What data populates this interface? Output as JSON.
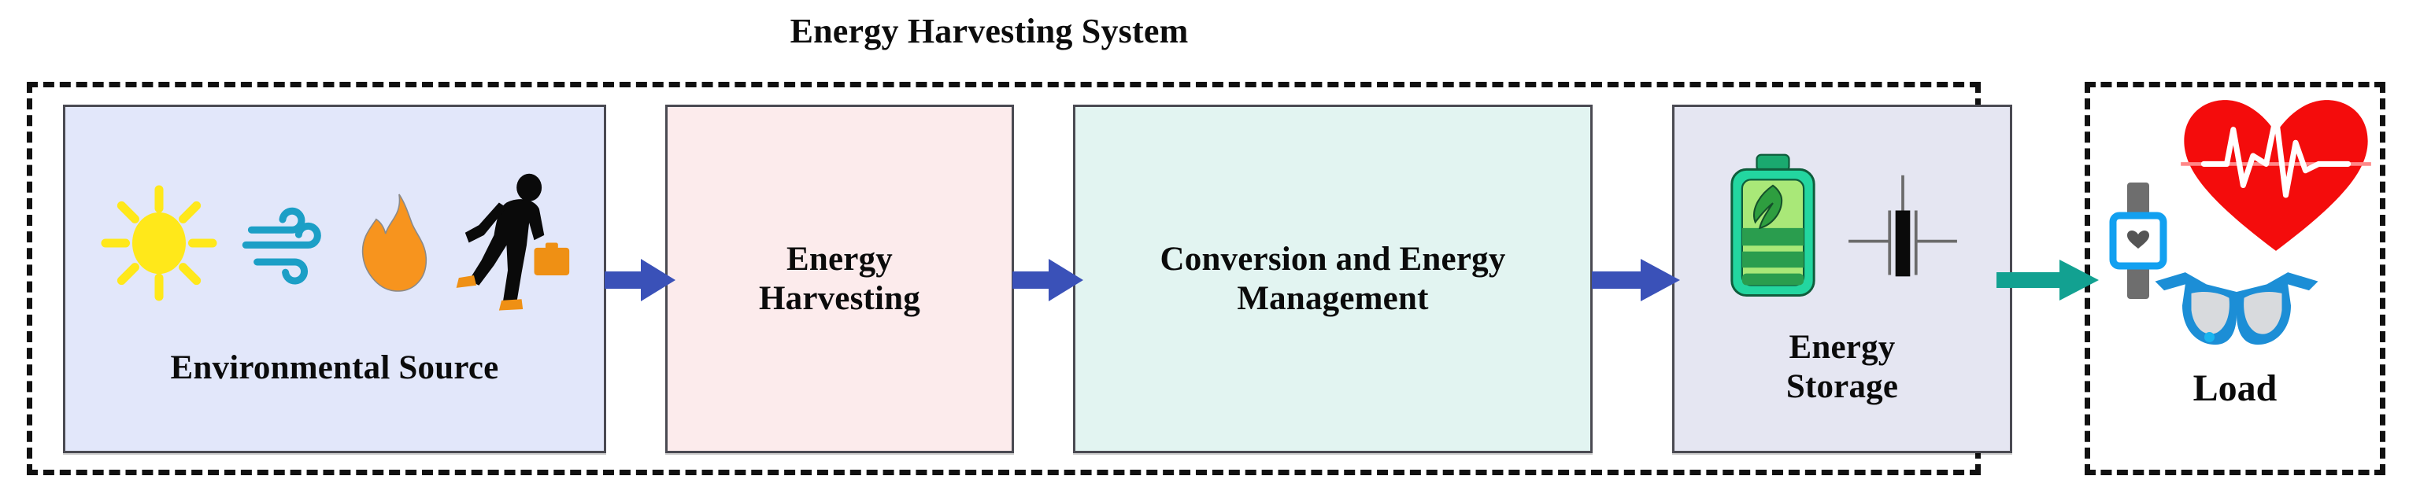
{
  "diagram": {
    "title": "Energy Harvesting System",
    "flow_direction": "left-to-right"
  },
  "system_container": {
    "name": "Energy Harvesting System",
    "border_style": "dashed",
    "border_color": "#111111"
  },
  "stages": [
    {
      "id": "environmental-source",
      "label": "Environmental Source",
      "bg_color": "#e2e7fa",
      "border_color": "#4a4a52",
      "icons": [
        "sun-icon",
        "wind-icon",
        "flame-icon",
        "walking-person-icon"
      ]
    },
    {
      "id": "energy-harvesting",
      "label": "Energy\nHarvesting",
      "label_line1": "Energy",
      "label_line2": "Harvesting",
      "bg_color": "#fcebec",
      "border_color": "#4a4a52",
      "icons": []
    },
    {
      "id": "conversion-and-energy-management",
      "label": "Conversion and Energy\nManagement",
      "label_line1": "Conversion and Energy",
      "label_line2": "Management",
      "bg_color": "#e2f4f1",
      "border_color": "#4a4a52",
      "icons": []
    },
    {
      "id": "energy-storage",
      "label": "Energy\nStorage",
      "label_line1": "Energy",
      "label_line2": "Storage",
      "bg_color": "#e5e6f2",
      "border_color": "#4a4a52",
      "icons": [
        "battery-leaf-icon",
        "capacitor-symbol-icon"
      ]
    }
  ],
  "load_container": {
    "label": "Load",
    "border_style": "dashed",
    "border_color": "#111111",
    "icons": [
      "heart-ecg-icon",
      "smartwatch-icon",
      "smart-glasses-icon"
    ]
  },
  "arrows": [
    {
      "id": "arrow-source-to-harvest",
      "from": "environmental-source",
      "to": "energy-harvesting",
      "color": "#3a51b8"
    },
    {
      "id": "arrow-harvest-to-convert",
      "from": "energy-harvesting",
      "to": "conversion-and-energy-management",
      "color": "#3a51b8"
    },
    {
      "id": "arrow-convert-to-storage",
      "from": "conversion-and-energy-management",
      "to": "energy-storage",
      "color": "#3a51b8"
    },
    {
      "id": "arrow-storage-to-load",
      "from": "energy-storage",
      "to": "load",
      "color": "#12a191"
    }
  ],
  "palette": {
    "sun": "#ffe81a",
    "wind": "#1c9fc6",
    "flame": "#f7941e",
    "person": "#0a0a0a",
    "briefcase": "#ef9014",
    "battery_shell": "#23d6a0",
    "battery_fill_light": "#a9e878",
    "battery_fill_dark": "#2a9d4e",
    "heart": "#f40c0c",
    "glasses": "#1c8ed6",
    "watch_strap": "#6e6e6e",
    "watch_bezel": "#12a0f0",
    "arrow_blue": "#3a51b8",
    "arrow_teal": "#12a191",
    "box_border": "#4a4a52",
    "text": "#0b0b0b"
  }
}
